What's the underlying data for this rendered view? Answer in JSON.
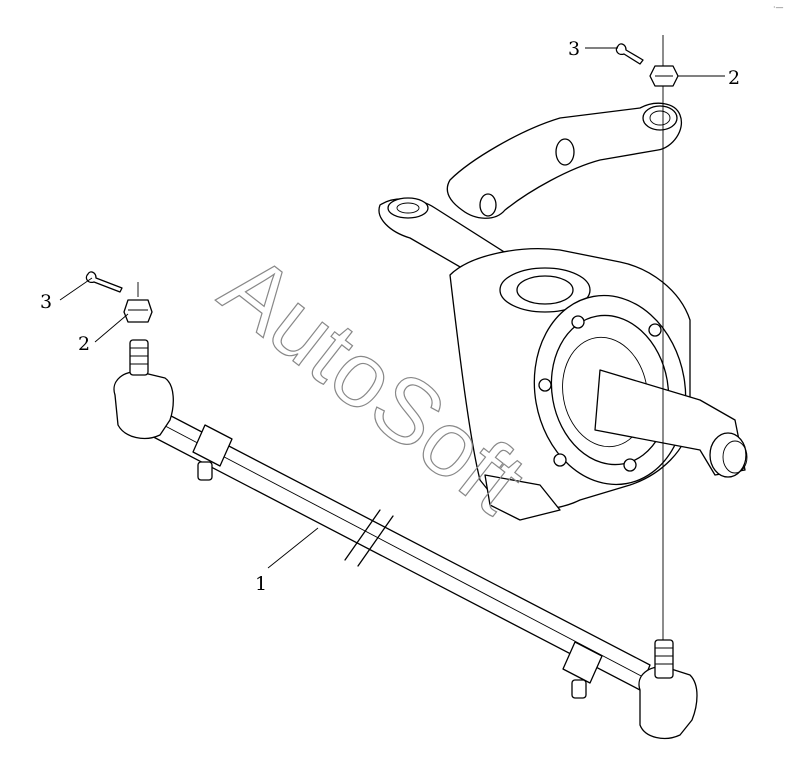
{
  "callouts": {
    "tie_rod": "1",
    "nut_right": "2",
    "nut_left": "2",
    "cotter_pin_right": "3",
    "cotter_pin_left": "3"
  },
  "watermark": "AutoSoft",
  "corner_mark": "·—"
}
